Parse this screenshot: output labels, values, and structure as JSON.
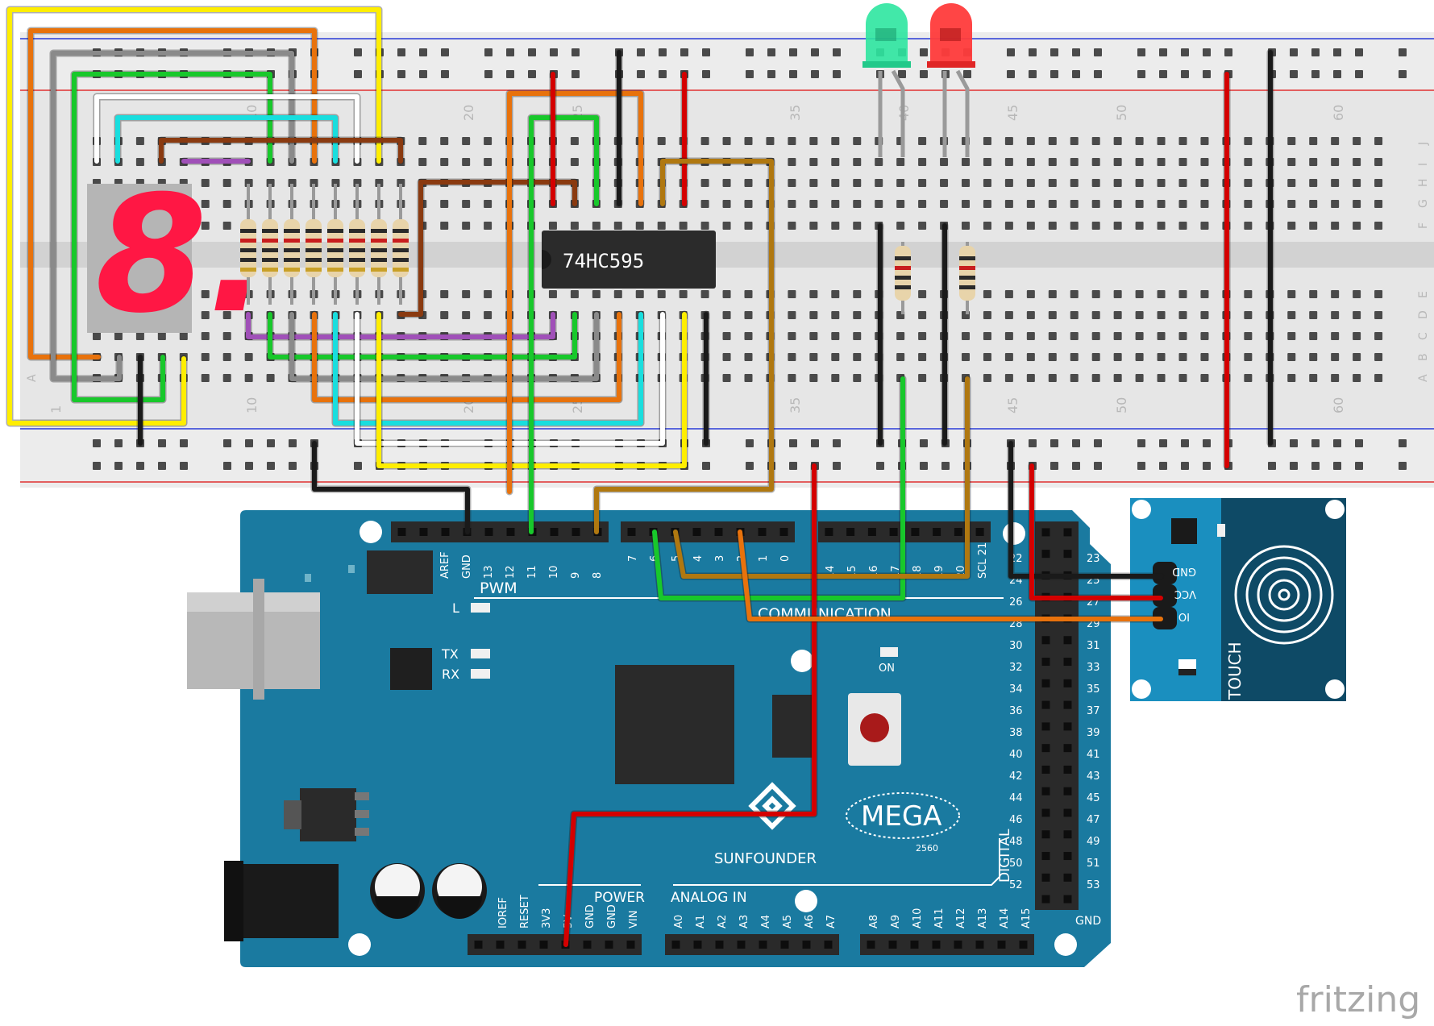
{
  "breadboard": {
    "column_numbers": [
      "1",
      "10",
      "20",
      "25",
      "35",
      "40",
      "45",
      "50",
      "60"
    ],
    "row_letters_top": [
      "J",
      "I",
      "H",
      "G",
      "F"
    ],
    "row_letters_bottom": [
      "E",
      "D",
      "C",
      "B",
      "A"
    ]
  },
  "display": {
    "digit": "8."
  },
  "chip": {
    "label": "74HC595"
  },
  "board": {
    "pwm_label": "PWM",
    "communication_label": "COMMUNICATION",
    "power_label": "POWER",
    "analog_label": "ANALOG IN",
    "digital_label": "DIGITAL",
    "brand_label": "SUNFOUNDER",
    "model_label": "MEGA",
    "model_sub": "2560",
    "on_label": "ON",
    "l_label": "L",
    "tx_label": "TX",
    "rx_label": "RX",
    "gnd_label": "GND",
    "pins_top_left": [
      "AREF",
      "GND",
      "13",
      "12",
      "11",
      "10",
      "9",
      "8"
    ],
    "pins_top_mid": [
      "7",
      "6",
      "5",
      "4",
      "3",
      "2",
      "1",
      "0"
    ],
    "pins_top_right": [
      "14",
      "15",
      "16",
      "17",
      "18",
      "19",
      "20",
      "SCL 21"
    ],
    "pins_power": [
      "IOREF",
      "RESET",
      "3V3",
      "5V",
      "GND",
      "GND",
      "VIN"
    ],
    "pins_analog": [
      "A0",
      "A1",
      "A2",
      "A3",
      "A4",
      "A5",
      "A6",
      "A7"
    ],
    "pins_analog2": [
      "A8",
      "A9",
      "A10",
      "A11",
      "A12",
      "A13",
      "A14",
      "A15"
    ],
    "digital_left": [
      "22",
      "24",
      "26",
      "28",
      "30",
      "32",
      "34",
      "36",
      "38",
      "40",
      "42",
      "44",
      "46",
      "48",
      "50",
      "52"
    ],
    "digital_right": [
      "23",
      "25",
      "27",
      "29",
      "31",
      "33",
      "35",
      "37",
      "39",
      "41",
      "43",
      "45",
      "47",
      "49",
      "51",
      "53"
    ]
  },
  "touch_module": {
    "label": "TOUCH",
    "pins": [
      "GND",
      "VCC",
      "IO"
    ]
  },
  "watermark": "fritzing",
  "colors": {
    "board": "#1a7aa0",
    "breadboard": "#e9e9e9",
    "segment": "#ff1744",
    "led_green": "#2ee6a0",
    "led_red": "#ff3b3b",
    "wire_red": "#d40000",
    "wire_yellow": "#ffee00",
    "wire_orange": "#e8720c",
    "wire_green": "#18c82b",
    "wire_cyan": "#19dede",
    "wire_brown": "#8a3a10",
    "wire_gold": "#b07810",
    "wire_purple": "#a050b8"
  }
}
